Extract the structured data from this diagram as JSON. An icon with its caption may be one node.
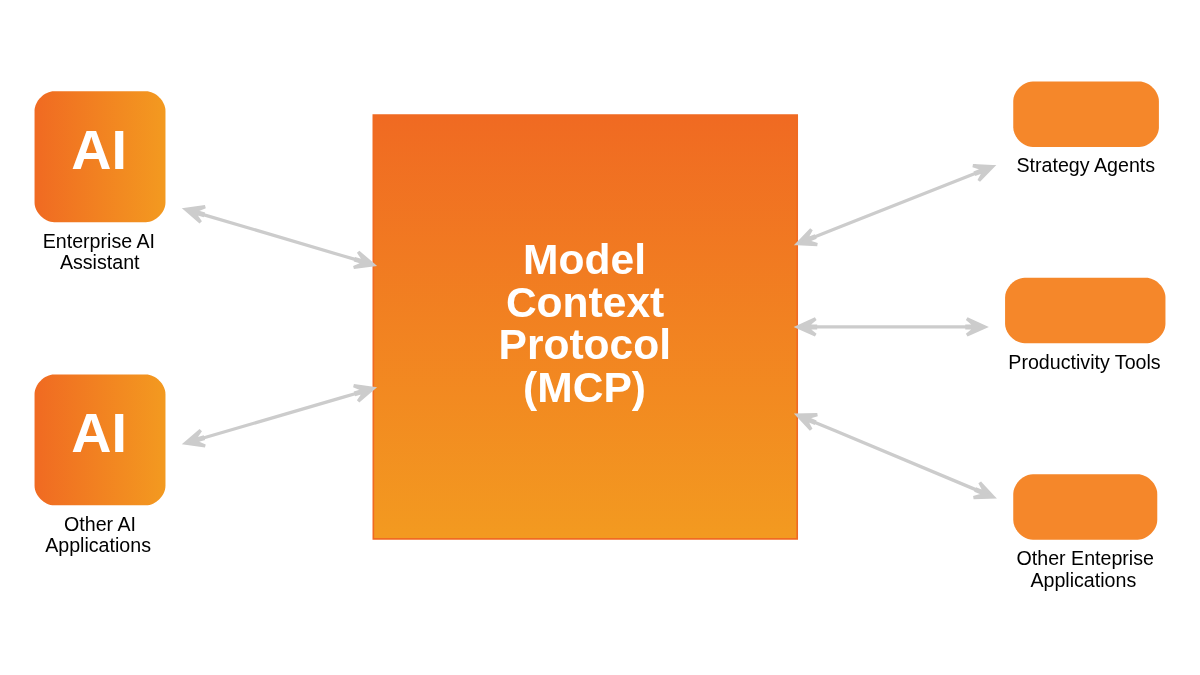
{
  "diagram": {
    "nodes": [
      {
        "text": [
          "AI",
          "Enterprise AI Assistant"
        ]
      },
      {
        "text": [
          "AI",
          "Other AI Applications"
        ]
      },
      {
        "text": [
          "Model Context Protocol (MCP)"
        ]
      },
      {
        "text": [
          "Strategy Agents"
        ]
      },
      {
        "text": [
          "Productivity Tools"
        ]
      },
      {
        "text": [
          "Other Enteprise Applications"
        ]
      }
    ],
    "edges": [
      {
        "from": 0,
        "to": 2,
        "arrow": "both"
      },
      {
        "from": 1,
        "to": 2,
        "arrow": "both"
      },
      {
        "from": 2,
        "to": 3,
        "arrow": "both"
      },
      {
        "from": 2,
        "to": 4,
        "arrow": "both"
      },
      {
        "from": 2,
        "to": 5,
        "arrow": "both"
      }
    ]
  }
}
